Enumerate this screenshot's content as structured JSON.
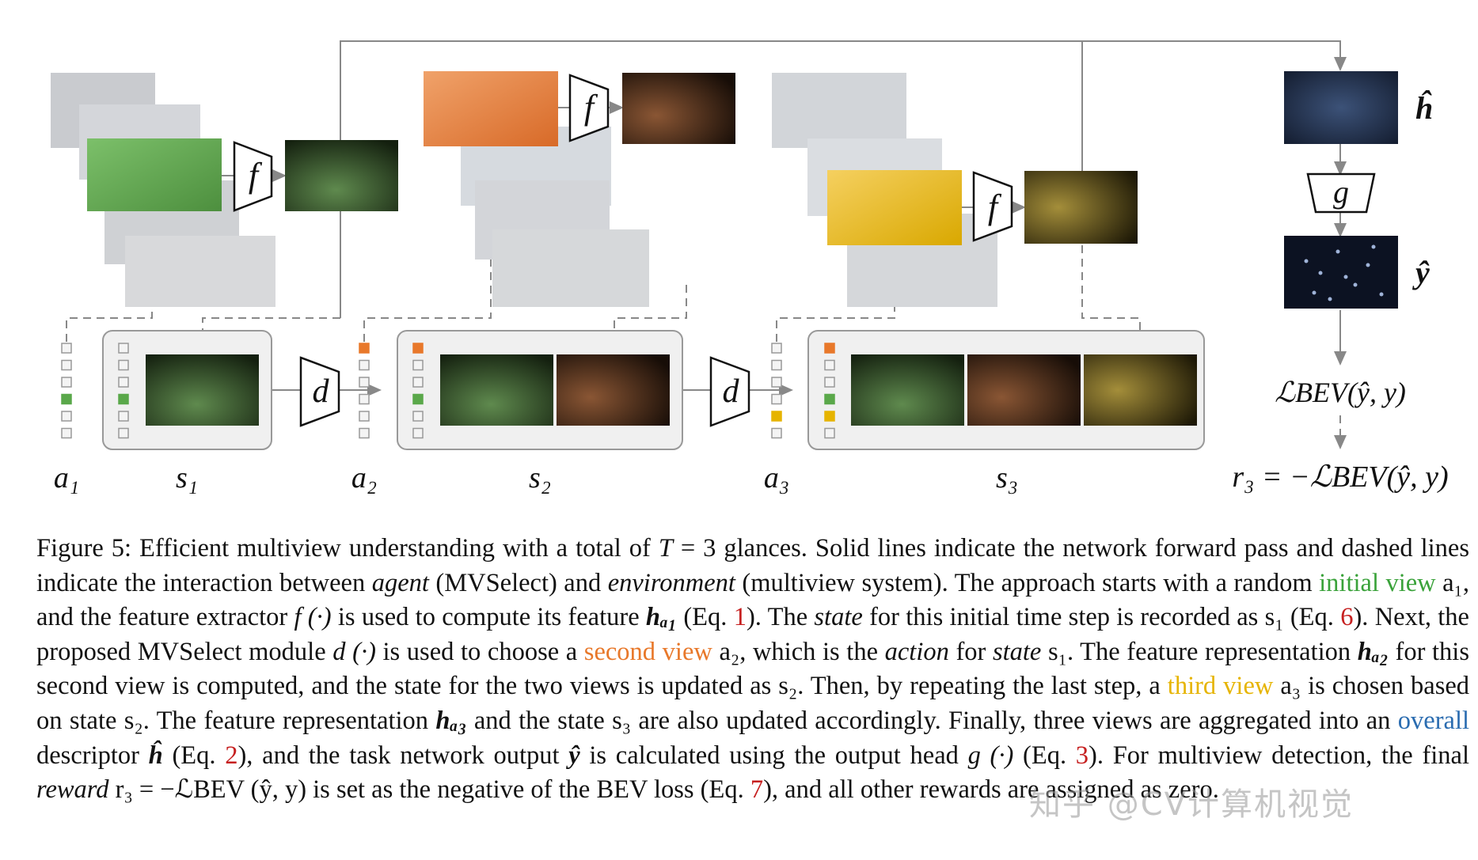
{
  "figure": {
    "labels": {
      "a1": "a₁",
      "s1": "s₁",
      "a2": "a₂",
      "s2": "s₂",
      "a3": "a₃",
      "s3": "s₃",
      "f": "f",
      "d": "d",
      "g": "g",
      "h_hat": "ĥ",
      "y_hat": "ŷ",
      "loss": "ℒBEV(ŷ, y)",
      "reward": "r₃ = −ℒBEV(ŷ, y)"
    },
    "colors": {
      "green": "#5aa84a",
      "orange": "#e8782a",
      "yellow": "#e6b400",
      "line": "#888888",
      "bev_dark": "#1a2614",
      "bev_brown": "#1e130c",
      "bev_olive": "#1e1a08",
      "h_blue": "#1c2a44",
      "y_dark": "#0c1222"
    }
  },
  "caption": {
    "p1": "Figure 5: Efficient multiview understanding with a total of ",
    "T": "T",
    "p2": " = 3 glances. Solid lines indicate the network forward pass and dashed lines indicate the interaction between ",
    "agent": "agent",
    "p3": " (MVSelect) and ",
    "environment": "environment",
    "p4": " (multiview system). The approach starts with a random ",
    "initial_view": "initial view",
    "p5": " a₁, and the feature extractor ",
    "f_fn": "f (·)",
    "p6": " is used to compute its feature ",
    "h_a1": "hₐ₁",
    "p7": " (Eq. ",
    "eq1": "1",
    "p8": "). The ",
    "state": "state",
    "p9": " for this initial time step is recorded as s₁ (Eq. ",
    "eq6": "6",
    "p10": "). Next, the proposed MVSelect module ",
    "d_fn": "d (·)",
    "p11": " is used to choose a ",
    "second_view": "second view",
    "p12": " a₂, which is the ",
    "action": "action",
    "p13": " for ",
    "state2": "state",
    "p14": " s₁. The feature representation ",
    "h_a2": "hₐ₂",
    "p15": " for this second view is computed, and the state for the two views is updated as s₂. Then, by repeating the last step, a ",
    "third_view": "third view",
    "p16": " a₃ is chosen based on state s₂. The feature representation ",
    "h_a3": "hₐ₃",
    "p17": " and the state s₃ are also updated accordingly. Finally, three views are aggregated into an ",
    "overall": "overall",
    "p18": " descriptor ",
    "h_hat": "ĥ",
    "p19": " (Eq. ",
    "eq2": "2",
    "p20": "), and the task network output ",
    "y_hat": "ŷ",
    "p21": " is calculated using the output head ",
    "g_fn": "g (·)",
    "p22": " (Eq. ",
    "eq3": "3",
    "p23": "). For multiview detection, the final ",
    "reward": "reward",
    "p24": " r₃ = −ℒBEV (ŷ, y) is set as the negative of the BEV loss (Eq. ",
    "eq7": "7",
    "p25": "), and all other rewards are assigned as zero."
  },
  "watermark": "知乎 @CV计算机视觉"
}
